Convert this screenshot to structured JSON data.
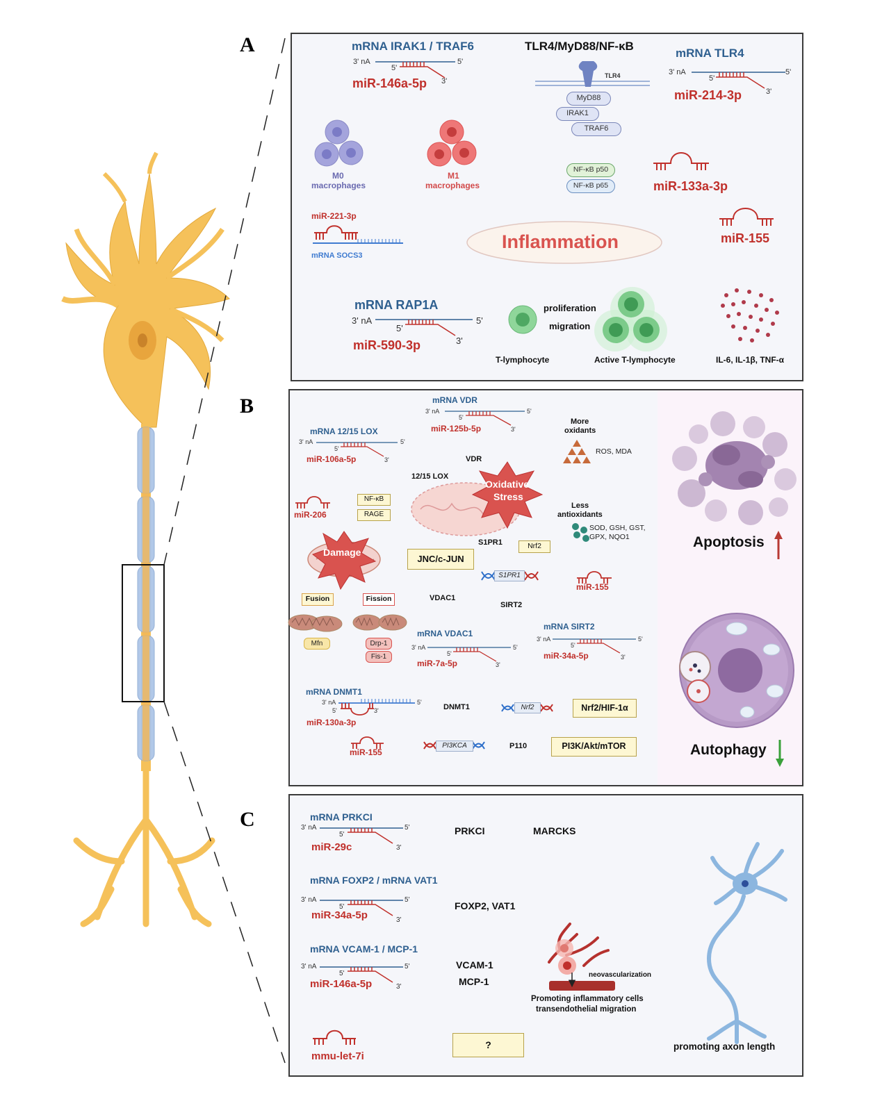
{
  "colors": {
    "mirna_red": "#c0302b",
    "mrna_blue": "#2e5f8f",
    "neuron_gold": "#f5c15a",
    "panel_bg": "#f5f6fa",
    "axon_blue": "#a9c3e6"
  },
  "letters": {
    "a": "A",
    "b": "B",
    "c": "C"
  },
  "panelA": {
    "irak_title": "mRNA IRAK1 /  TRAF6",
    "irak_3": "3' nA",
    "irak_5a": "5'",
    "irak_5b": "5'",
    "irak_3b": "3'",
    "mir146": "miR-146a-5p",
    "tlr_title": "TLR4/MyD88/NF-κB",
    "tlr4_label": "TLR4",
    "myd88": "MyD88",
    "irak1": "IRAK1",
    "traf6": "TRAF6",
    "nfkb50": "NF-κB p50",
    "nfkb65": "NF-κB p65",
    "mtlr4_title": "mRNA TLR4",
    "mtlr4_3": "3' nA",
    "mtlr4_5a": "5'",
    "mtlr4_5b": "5'",
    "mtlr4_3b": "3'",
    "mir214": "miR-214-3p",
    "mir133": "miR-133a-3p",
    "m0": "M0",
    "m0b": "macrophages",
    "m1": "M1",
    "m1b": "macrophages",
    "mir221": "miR-221-3p",
    "socs3": "mRNA SOCS3",
    "inflammation": "Inflammation",
    "mir155": "miR-155",
    "rap1a": "mRNA RAP1A",
    "rap_3": "3' nA",
    "rap_5a": "5'",
    "rap_5b": "5'",
    "rap_3b": "3'",
    "mir590": "miR-590-3p",
    "prolif": "proliferation",
    "migration": "migration",
    "tlymph": "T-lymphocyte",
    "active_t": "Active T-lymphocyte",
    "cytokines": "IL-6, IL-1β, TNF-α"
  },
  "panelB": {
    "vdr_title": "mRNA VDR",
    "vdr_3": "3' nA",
    "vdr_5": "5'",
    "vdr_5b": "5'",
    "vdr_3b": "3'",
    "mir125": "miR-125b-5p",
    "vdr": "VDR",
    "lox_title": "mRNA 12/15 LOX",
    "lox_3": "3' nA",
    "lox_5": "5'",
    "lox_5b": "5'",
    "lox_3b": "3'",
    "mir106": "miR-106a-5p",
    "lox": "12/15 LOX",
    "more_ox": "More",
    "more_ox2": "oxidants",
    "ros": "ROS, MDA",
    "ox_stress1": "Oxidative",
    "ox_stress2": "Stress",
    "less_ax": "Less",
    "less_ax2": "antioxidants",
    "sod": "SOD, GSH, GST,",
    "gpx": "GPX, NQO1",
    "mir206": "miR-206",
    "nfkb": "NF-κB",
    "rage": "RAGE",
    "damage": "Damage",
    "fusion": "Fusion",
    "fission": "Fission",
    "mfn": "Mfn",
    "drp1": "Drp-1",
    "fis1": "Fis-1",
    "jnc": "JNC/c-JUN",
    "s1pr1": "S1PR1",
    "s1pr1_gene": "S1PR1",
    "nrf2": "Nrf2",
    "mir155": "miR-155",
    "vdac1": "VDAC1",
    "sirt2": "SIRT2",
    "vdac_title": "mRNA VDAC1",
    "vdac_3": "3' nA",
    "vdac_5": "5'",
    "vdac_5b": "5'",
    "vdac_3b": "3'",
    "mir7": "miR-7a-5p",
    "sirt_title": "mRNA SIRT2",
    "sirt_3": "3' nA",
    "sirt_5": "5'",
    "sirt_5b": "5'",
    "sirt_3b": "3'",
    "mir34": "miR-34a-5p",
    "dnmt_title": "mRNA DNMT1",
    "dnmt_3": "3' nA",
    "dnmt_5": "5'",
    "dnmt_5b": "5'",
    "dnmt_3b": "3'",
    "mir130": "miR-130a-3p",
    "dnmt1": "DNMT1",
    "nrf2_gene": "Nrf2",
    "nrf2_hif": "Nrf2/HIF-1α",
    "mir155b": "miR-155",
    "pi3kca": "PI3KCA",
    "p110": "P110",
    "pi3k": "PI3K/Akt/mTOR",
    "apoptosis": "Apoptosis",
    "autophagy": "Autophagy"
  },
  "panelC": {
    "prkci_title": "mRNA PRKCI",
    "p_3": "3' nA",
    "p_5": "5'",
    "p_5b": "5'",
    "p_3b": "3'",
    "mir29": "miR-29c",
    "prkci": "PRKCI",
    "marcks": "MARCKS",
    "foxp_title": "mRNA FOXP2 / mRNA VAT1",
    "f_3": "3' nA",
    "f_5": "5'",
    "f_5b": "5'",
    "f_3b": "3'",
    "mir34": "miR-34a-5p",
    "foxp2": "FOXP2, VAT1",
    "vcam_title": "mRNA VCAM-1 / MCP-1",
    "v_3": "3' nA",
    "v_5": "5'",
    "v_5b": "5'",
    "v_3b": "3'",
    "mir146": "miR-146a-5p",
    "vcam": "VCAM-1",
    "mcp": "MCP-1",
    "neovasc": "neovascularization",
    "promo1": "Promoting inflammatory cells",
    "promo2": "transendothelial migration",
    "mmu": "mmu-let-7i",
    "question": "?",
    "axon": "promoting axon length"
  }
}
